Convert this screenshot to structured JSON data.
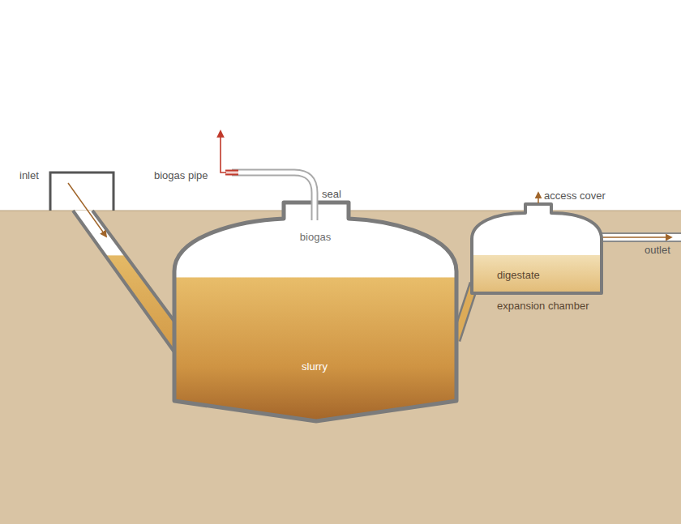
{
  "diagram": {
    "nodes": [
      {
        "text": [
          "biogas",
          "slurry"
        ]
      },
      {
        "text": [
          "digestate",
          "expansion chamber"
        ]
      }
    ],
    "edges": [
      {
        "from": 0,
        "to": 1,
        "arrow": "none"
      }
    ],
    "labels": [
      "inlet",
      "biogas pipe",
      "seal",
      "access cover",
      "outlet"
    ]
  }
}
